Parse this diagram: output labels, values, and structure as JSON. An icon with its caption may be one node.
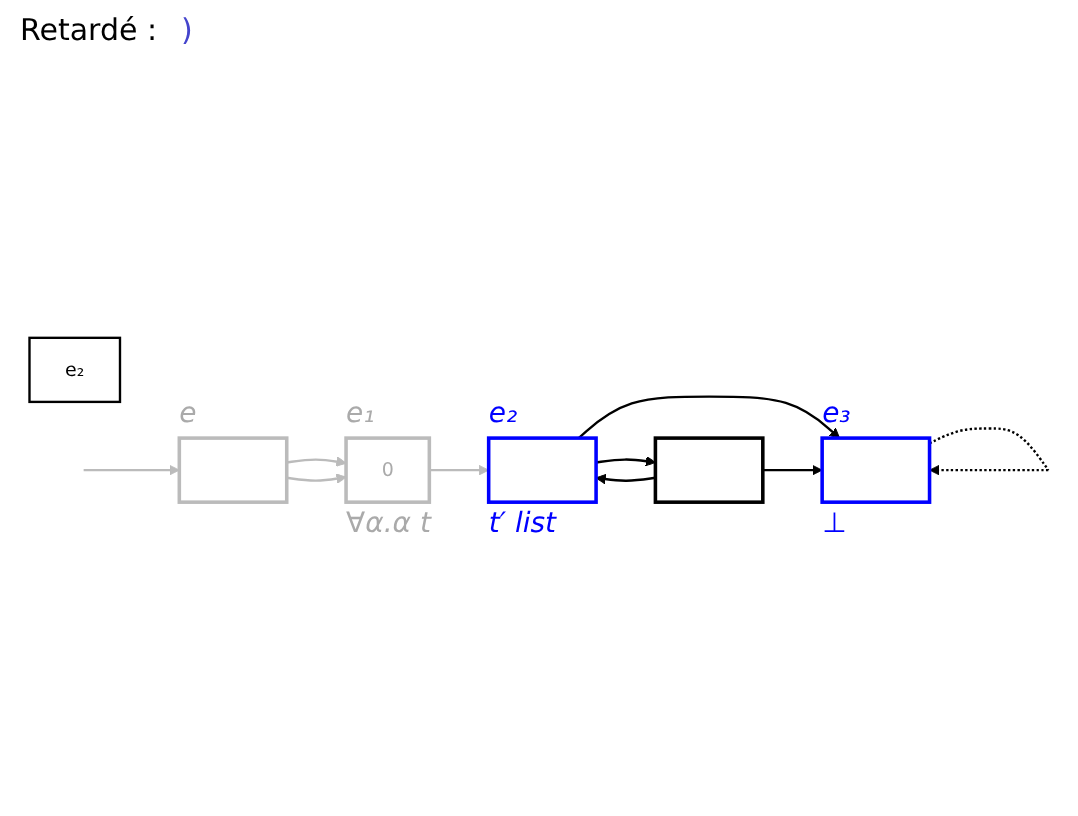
{
  "diagram": {
    "nodes": [
      {
        "text": [],
        "shape": "box",
        "beside": [
          "e"
        ]
      },
      {
        "text": [
          "0"
        ],
        "beside": [
          "e₁",
          "∀α.α t"
        ]
      },
      {
        "text": [],
        "shape": "box",
        "beside": [
          "e₂",
          "t′ list"
        ]
      },
      {
        "text": [],
        "shape": "box"
      },
      {
        "text": [],
        "shape": "box",
        "beside": [
          "e₃",
          "⊥"
        ]
      },
      {
        "text": [
          "e₂"
        ]
      }
    ],
    "edges": [
      {
        "from": null,
        "to": 0,
        "arrow": "to",
        "color": "#bbbbbb"
      },
      {
        "from": 0,
        "to": 1,
        "arrow": "to",
        "color": "#bbbbbb"
      },
      {
        "from": 0,
        "to": 1,
        "arrow": "to",
        "color": "#bbbbbb"
      },
      {
        "from": 1,
        "to": 2,
        "arrow": "to",
        "color": "#bbbbbb"
      },
      {
        "from": 2,
        "to": 3,
        "arrow": "to"
      },
      {
        "from": 3,
        "to": 2,
        "arrow": "to"
      },
      {
        "from": 2,
        "to": 4,
        "arrow": "to"
      },
      {
        "from": 3,
        "to": 4,
        "arrow": "to"
      },
      {
        "from": 4,
        "to": 4,
        "arrow": "to",
        "style": "dashed"
      }
    ],
    "labels": [
      "Retardé :",
      ")"
    ]
  }
}
